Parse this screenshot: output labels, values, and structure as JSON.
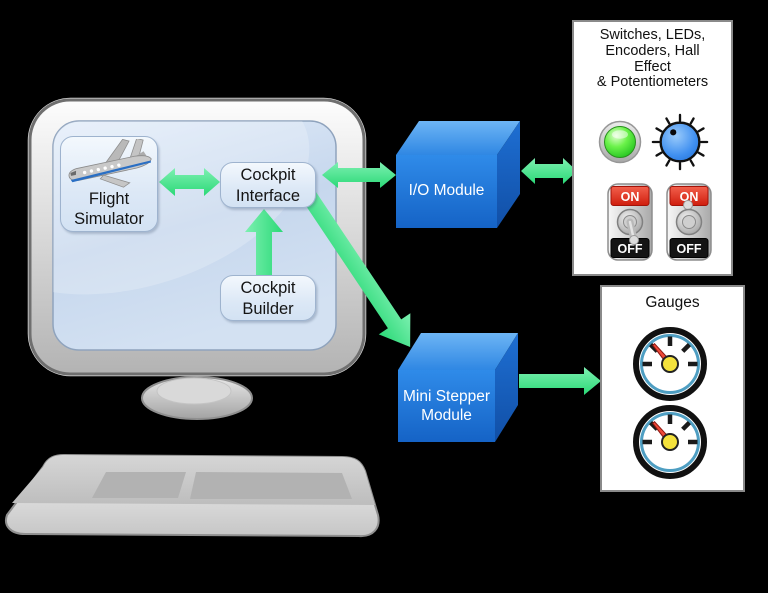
{
  "monitor": {
    "flight_simulator": {
      "line1": "Flight",
      "line2": "Simulator"
    },
    "cockpit_interface": {
      "line1": "Cockpit",
      "line2": "Interface"
    },
    "cockpit_builder": {
      "line1": "Cockpit",
      "line2": "Builder"
    }
  },
  "modules": {
    "io_module": {
      "label": "I/O Module"
    },
    "mini_stepper": {
      "line1": "Mini Stepper",
      "line2": "Module"
    }
  },
  "switches_panel": {
    "title_lines": [
      "Switches, LEDs,",
      "Encoders, Hall",
      "Effect",
      "& Potentiometers"
    ],
    "toggle_on": "ON",
    "toggle_off": "OFF"
  },
  "gauges_panel": {
    "title": "Gauges"
  },
  "icons": {
    "airplane": "airplane-icon",
    "led": "led-icon",
    "potentiometer_knob": "knob-icon",
    "toggle_switch": "toggle-switch-icon",
    "gauge": "gauge-icon"
  },
  "colors": {
    "background": "#000000",
    "arrow_green": "#3FE08A",
    "cube_blue_front": "#1E79DB",
    "cube_blue_top": "#56A9F2",
    "screen_blue": "#CFE0F2",
    "led_green": "#35D92E",
    "knob_blue": "#3E90EE",
    "switch_on_red": "#D92A17",
    "switch_off_black": "#141414",
    "gauge_ring_blue": "#4E9EC2",
    "gauge_needle_red": "#E84838",
    "gauge_hub_yellow": "#F4E23C",
    "panel_border_gray": "#8A8A8A"
  }
}
